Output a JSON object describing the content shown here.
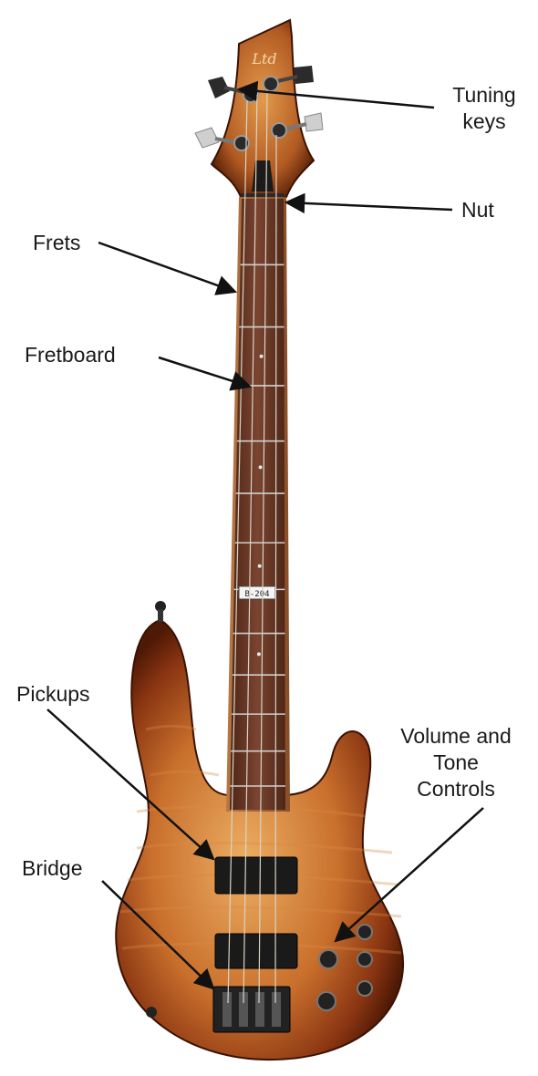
{
  "logo_text": "Ltd",
  "inlay_text": "B-204",
  "labels": {
    "tuning_keys": [
      "Tuning",
      "keys"
    ],
    "nut": "Nut",
    "frets": "Frets",
    "fretboard": "Fretboard",
    "pickups": "Pickups",
    "volume_tone": [
      "Volume and",
      "Tone",
      "Controls"
    ],
    "bridge": "Bridge"
  },
  "colors": {
    "body_edge": "#5a1e08",
    "body_center": "#e5a258",
    "fretboard": "#6b3a26",
    "frets": "#cfcfcf",
    "hardware": "#1c1c1c",
    "label_text": "#1a1a1a"
  }
}
